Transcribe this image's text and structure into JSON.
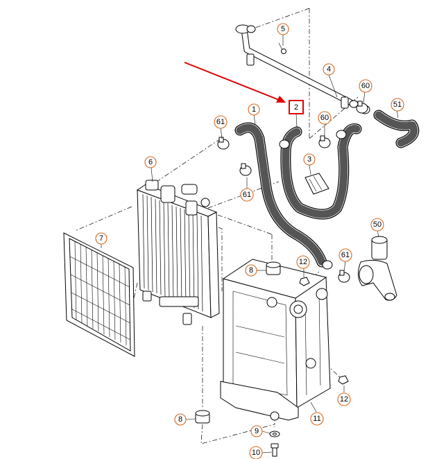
{
  "diagram": {
    "labels": {
      "l1": "1",
      "l2": "2",
      "l3": "3",
      "l4": "4",
      "l5": "5",
      "l6": "6",
      "l7": "7",
      "l8a": "8",
      "l8b": "8",
      "l9": "9",
      "l10": "10",
      "l11": "11",
      "l12a": "12",
      "l12b": "12",
      "l50": "50",
      "l51": "51",
      "l60a": "60",
      "l60b": "60",
      "l61a": "61",
      "l61b": "61",
      "l61c": "61"
    },
    "highlighted_label": "2",
    "colors": {
      "callout_outline": "#d2691e",
      "highlight": "#e00000",
      "line": "#000000"
    }
  }
}
